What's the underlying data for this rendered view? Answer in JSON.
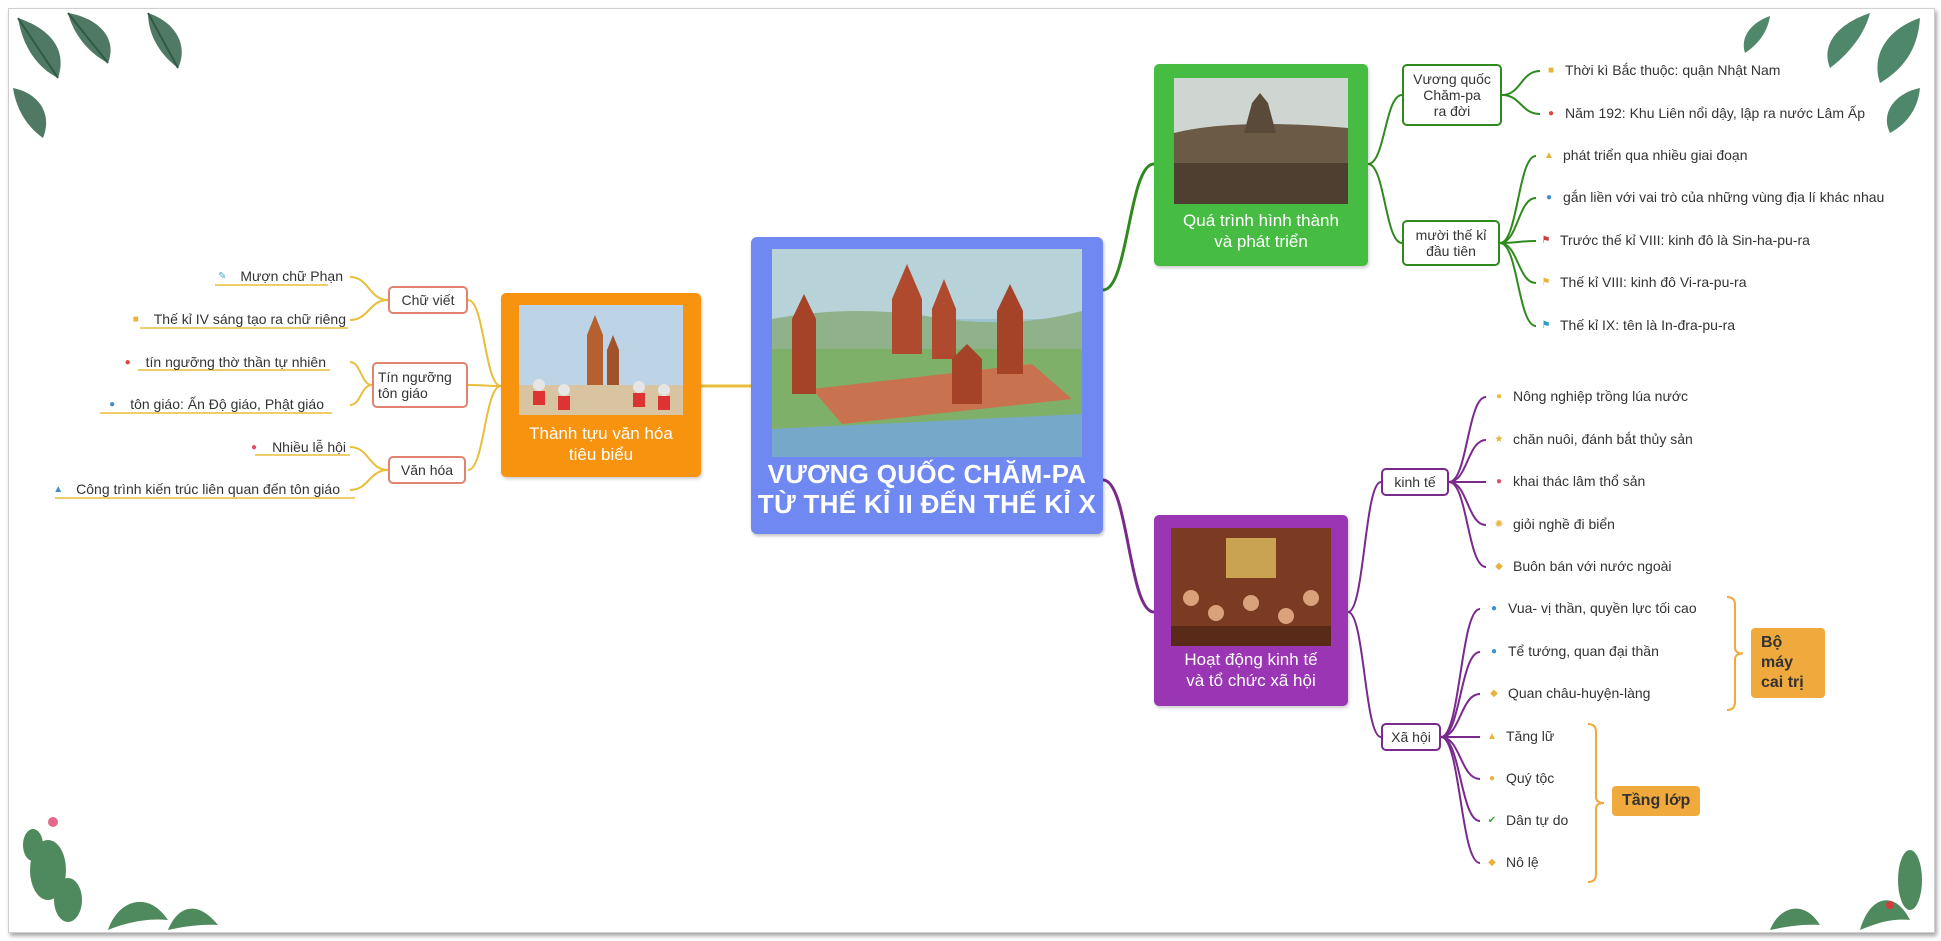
{
  "colors": {
    "central": "#6f88f2",
    "culture": "#f7930e",
    "formation": "#46bd42",
    "society": "#9a35b3",
    "tag": "#f0a93c",
    "link_culture": "#e8be3a",
    "link_formation": "#2f8a1d",
    "link_society": "#7a2a8c"
  },
  "central": {
    "title_line1": "VƯƠNG QUỐC CHĂM-PA",
    "title_line2": "TỪ THẾ KỈ II ĐẾN THẾ KỈ X"
  },
  "culture": {
    "label_line1": "Thành tựu văn hóa",
    "label_line2": "tiêu biểu",
    "branches": [
      {
        "label_line1": "Chữ viết",
        "label_line2": "",
        "items": [
          {
            "text": "Mượn chữ Phạn",
            "icon": "pencil-icon"
          },
          {
            "text": "Thế kỉ IV sáng tạo ra chữ riêng",
            "icon": "cube-icon"
          }
        ]
      },
      {
        "label_line1": "Tín ngưỡng",
        "label_line2": "tôn giáo",
        "items": [
          {
            "text": "tín ngưỡng thờ thần tự nhiên",
            "icon": "flame-icon"
          },
          {
            "text": "tôn giáo: Ấn Độ giáo, Phật giáo",
            "icon": "person-icon"
          }
        ]
      },
      {
        "label_line1": "Văn hóa",
        "label_line2": "",
        "items": [
          {
            "text": "Nhiều lễ hội",
            "icon": "lantern-icon"
          },
          {
            "text": "Công trình kiến trúc liên quan đến tôn giáo",
            "icon": "figure-icon"
          }
        ]
      }
    ]
  },
  "formation": {
    "label_line1": "Quá trình hình thành",
    "label_line2": "và phát triển",
    "branches": [
      {
        "label_lines": [
          "Vương quốc",
          "Chăm-pa",
          "ra đời"
        ],
        "items": [
          {
            "text": "Thời kì Bắc thuộc: quận Nhật Nam",
            "icon": "cube-icon"
          },
          {
            "text": "Năm 192: Khu Liên nổi dậy, lập ra nước Lâm Ấp",
            "icon": "flame-icon"
          }
        ]
      },
      {
        "label_lines": [
          "mười thế kỉ",
          "đầu tiên"
        ],
        "items": [
          {
            "text": "phát triển qua nhiều giai đoạn",
            "icon": "thumb-up-icon"
          },
          {
            "text": "gắn liền với vai trò của những vùng địa lí khác nhau",
            "icon": "gear-icon"
          },
          {
            "text": "Trước thế kỉ VIII: kinh đô là Sin-ha-pu-ra",
            "icon": "red-flag-icon"
          },
          {
            "text": "Thế kỉ VIII: kinh đô Vi-ra-pu-ra",
            "icon": "yellow-flag-icon"
          },
          {
            "text": "Thế kỉ IX: tên là In-đra-pu-ra",
            "icon": "blue-flag-icon"
          }
        ]
      }
    ]
  },
  "society": {
    "label_line1": "Hoạt động kinh tế",
    "label_line2": "và tổ chức xã hội",
    "branches": [
      {
        "label": "kinh tế",
        "items": [
          {
            "text": "Nông nghiệp trồng lúa nước",
            "icon": "bulb-icon"
          },
          {
            "text": "chăn nuôi, đánh bắt thủy sản",
            "icon": "star-icon"
          },
          {
            "text": "khai thác lâm thổ sản",
            "icon": "lantern-icon"
          },
          {
            "text": "giỏi nghề đi biển",
            "icon": "sun-icon"
          },
          {
            "text": "Buôn bán với nước ngoài",
            "icon": "diamond-icon"
          }
        ]
      },
      {
        "label": "Xã hội",
        "items": [
          {
            "text": "Vua- vị thần, quyền lực tối cao",
            "icon": "person-icon"
          },
          {
            "text": "Tể tướng, quan đại thần",
            "icon": "person-icon"
          },
          {
            "text": "Quan châu-huyện-làng",
            "icon": "tag-icon"
          },
          {
            "text": "Tăng lữ",
            "icon": "thumb-up-icon"
          },
          {
            "text": "Quý tộc",
            "icon": "info-icon"
          },
          {
            "text": "Dân tự do",
            "icon": "check-icon"
          },
          {
            "text": "Nô lệ",
            "icon": "tag-icon"
          }
        ]
      }
    ],
    "tag_government_line1": "Bộ máy",
    "tag_government_line2": "cai trị",
    "tag_classes": "Tầng lớp"
  }
}
